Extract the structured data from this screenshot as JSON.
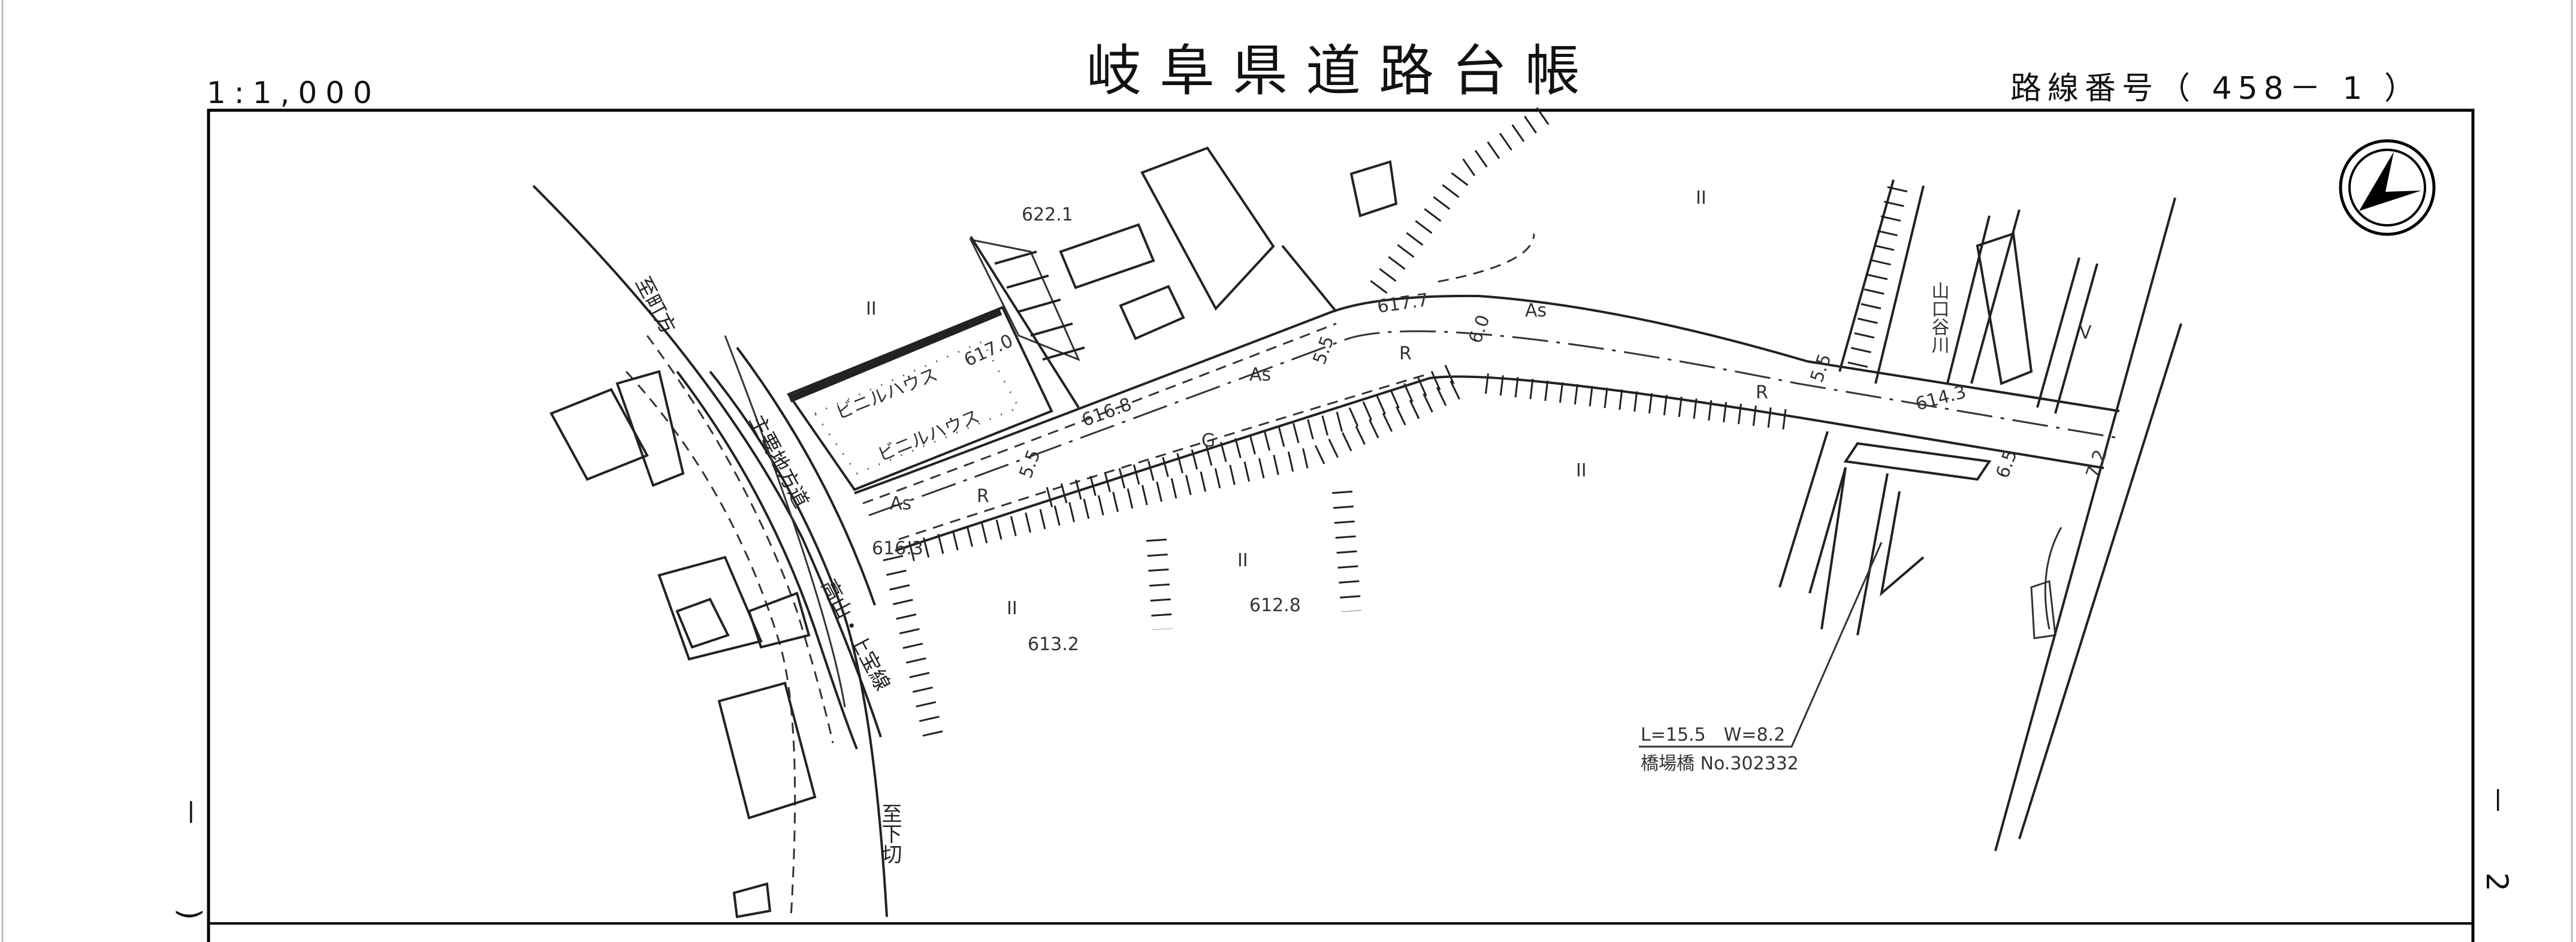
{
  "header": {
    "title": "岐阜県道路台帳",
    "scale": "1:1,000",
    "route_number": "路線番号（ 458－ 1 ）"
  },
  "margin_markers": {
    "left": "－ )",
    "right": "－ 2 )"
  },
  "map": {
    "place_labels": {
      "to_machikata": "至町方",
      "road_class": "主要地方道",
      "road_name": "高山・上宝線",
      "to_shimogiri": "至下切",
      "river": "山口谷川",
      "greenhouse_1": "ビニルハウス",
      "greenhouse_2": "ビニルハウス"
    },
    "elevations": [
      "622.1",
      "617.7",
      "616.8",
      "617.0",
      "616.3",
      "613.2",
      "612.8",
      "614.3"
    ],
    "land_use": {
      "field": "II",
      "grass": "G",
      "asphalt": "As",
      "road": "R",
      "rice": "V"
    },
    "bridge": {
      "dimensions": "L=15.5　W=8.2",
      "name": "橋場橋 No.302332"
    },
    "dimension_marks": [
      "5.5",
      "5.5",
      "6.0",
      "5.5",
      "6.5",
      "7.2"
    ]
  },
  "colors": {
    "line": "#222222",
    "background": "#ffffff"
  }
}
